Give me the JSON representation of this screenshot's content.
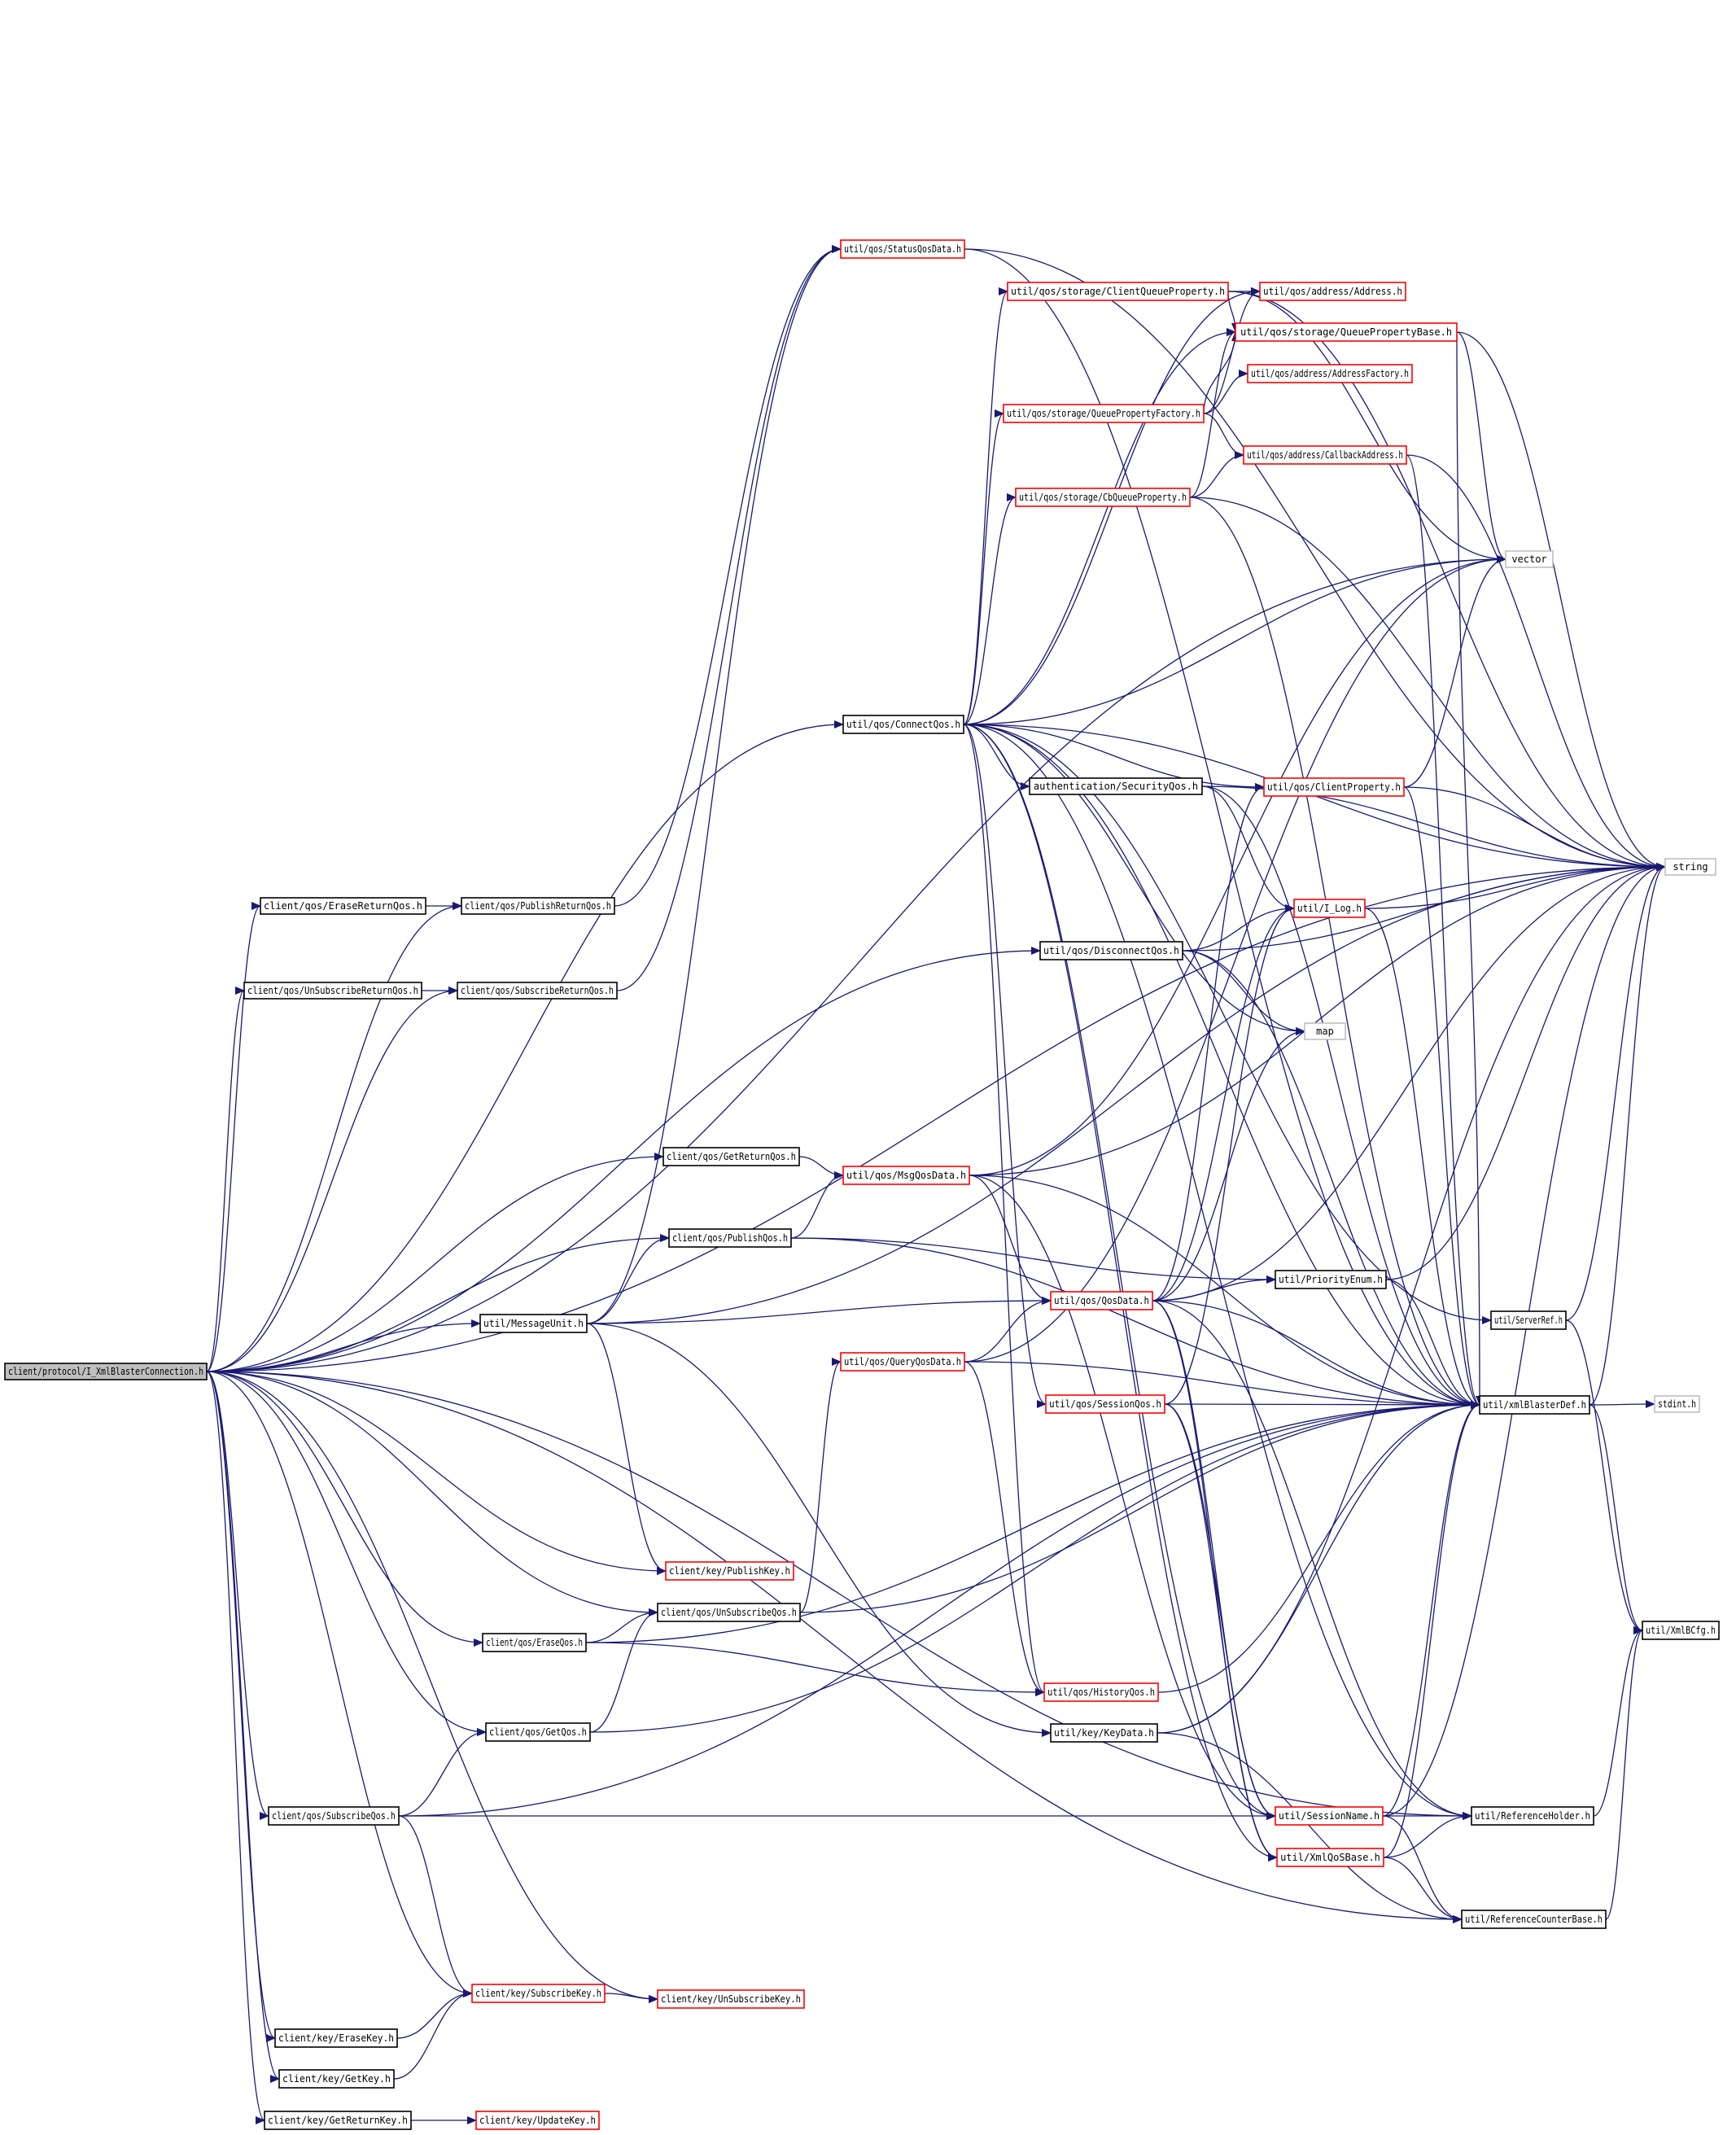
{
  "graph": {
    "root": "client/protocol/I_XmlBlasterConnection.h",
    "colors": {
      "edge": "#191970",
      "black_border": "#000000",
      "red_border": "#ff0000",
      "gray_border": "#bfbfbf",
      "root_fill": "#bfbfbf"
    },
    "nodes": [
      {
        "id": "root",
        "label": "client/protocol/I_XmlBlasterConnection.h",
        "style": "root"
      },
      {
        "id": "EraseReturnQos",
        "label": "client/qos/EraseReturnQos.h",
        "style": "black"
      },
      {
        "id": "PublishReturnQos",
        "label": "client/qos/PublishReturnQos.h",
        "style": "black"
      },
      {
        "id": "UnSubscribeReturnQos",
        "label": "client/qos/UnSubscribeReturnQos.h",
        "style": "black"
      },
      {
        "id": "SubscribeReturnQos",
        "label": "client/qos/SubscribeReturnQos.h",
        "style": "black"
      },
      {
        "id": "StatusQosData",
        "label": "util/qos/StatusQosData.h",
        "style": "red"
      },
      {
        "id": "ClientQueueProperty",
        "label": "util/qos/storage/ClientQueueProperty.h",
        "style": "red"
      },
      {
        "id": "Address",
        "label": "util/qos/address/Address.h",
        "style": "red"
      },
      {
        "id": "QueuePropertyBase",
        "label": "util/qos/storage/QueuePropertyBase.h",
        "style": "red"
      },
      {
        "id": "AddressFactory",
        "label": "util/qos/address/AddressFactory.h",
        "style": "red"
      },
      {
        "id": "QueuePropertyFactory",
        "label": "util/qos/storage/QueuePropertyFactory.h",
        "style": "red"
      },
      {
        "id": "CallbackAddress",
        "label": "util/qos/address/CallbackAddress.h",
        "style": "red"
      },
      {
        "id": "CbQueueProperty",
        "label": "util/qos/storage/CbQueueProperty.h",
        "style": "red"
      },
      {
        "id": "vector",
        "label": "vector",
        "style": "gray"
      },
      {
        "id": "ConnectQos",
        "label": "util/qos/ConnectQos.h",
        "style": "black"
      },
      {
        "id": "SecurityQos",
        "label": "authentication/SecurityQos.h",
        "style": "black"
      },
      {
        "id": "ClientProperty",
        "label": "util/qos/ClientProperty.h",
        "style": "red"
      },
      {
        "id": "string",
        "label": "string",
        "style": "gray"
      },
      {
        "id": "I_Log",
        "label": "util/I_Log.h",
        "style": "red"
      },
      {
        "id": "DisconnectQos",
        "label": "util/qos/DisconnectQos.h",
        "style": "black"
      },
      {
        "id": "map",
        "label": "map",
        "style": "gray"
      },
      {
        "id": "GetReturnQos",
        "label": "client/qos/GetReturnQos.h",
        "style": "black"
      },
      {
        "id": "MsgQosData",
        "label": "util/qos/MsgQosData.h",
        "style": "red"
      },
      {
        "id": "PublishQos",
        "label": "client/qos/PublishQos.h",
        "style": "black"
      },
      {
        "id": "PriorityEnum",
        "label": "util/PriorityEnum.h",
        "style": "black"
      },
      {
        "id": "MessageUnit",
        "label": "util/MessageUnit.h",
        "style": "black"
      },
      {
        "id": "QosData",
        "label": "util/qos/QosData.h",
        "style": "red"
      },
      {
        "id": "ServerRef",
        "label": "util/ServerRef.h",
        "style": "black"
      },
      {
        "id": "QueryQosData",
        "label": "util/qos/QueryQosData.h",
        "style": "red"
      },
      {
        "id": "SessionQos",
        "label": "util/qos/SessionQos.h",
        "style": "red"
      },
      {
        "id": "xmlBlasterDef",
        "label": "util/xmlBlasterDef.h",
        "style": "black"
      },
      {
        "id": "stdint",
        "label": "stdint.h",
        "style": "gray"
      },
      {
        "id": "PublishKey",
        "label": "client/key/PublishKey.h",
        "style": "red"
      },
      {
        "id": "UnSubscribeQos",
        "label": "client/qos/UnSubscribeQos.h",
        "style": "black"
      },
      {
        "id": "XmlBCfg",
        "label": "util/XmlBCfg.h",
        "style": "black"
      },
      {
        "id": "EraseQos",
        "label": "client/qos/EraseQos.h",
        "style": "black"
      },
      {
        "id": "HistoryQos",
        "label": "util/qos/HistoryQos.h",
        "style": "red"
      },
      {
        "id": "GetQos",
        "label": "client/qos/GetQos.h",
        "style": "black"
      },
      {
        "id": "KeyData",
        "label": "util/key/KeyData.h",
        "style": "black"
      },
      {
        "id": "SubscribeQos",
        "label": "client/qos/SubscribeQos.h",
        "style": "black"
      },
      {
        "id": "SessionName",
        "label": "util/SessionName.h",
        "style": "red"
      },
      {
        "id": "ReferenceHolder",
        "label": "util/ReferenceHolder.h",
        "style": "black"
      },
      {
        "id": "XmlQoSBase",
        "label": "util/XmlQoSBase.h",
        "style": "red"
      },
      {
        "id": "ReferenceCounterBase",
        "label": "util/ReferenceCounterBase.h",
        "style": "black"
      },
      {
        "id": "SubscribeKey",
        "label": "client/key/SubscribeKey.h",
        "style": "red"
      },
      {
        "id": "UnSubscribeKey",
        "label": "client/key/UnSubscribeKey.h",
        "style": "red"
      },
      {
        "id": "EraseKey",
        "label": "client/key/EraseKey.h",
        "style": "black"
      },
      {
        "id": "GetKey",
        "label": "client/key/GetKey.h",
        "style": "black"
      },
      {
        "id": "GetReturnKey",
        "label": "client/key/GetReturnKey.h",
        "style": "black"
      },
      {
        "id": "UpdateKey",
        "label": "client/key/UpdateKey.h",
        "style": "red"
      }
    ],
    "edges": [
      [
        "root",
        "EraseReturnQos"
      ],
      [
        "root",
        "PublishReturnQos"
      ],
      [
        "root",
        "UnSubscribeReturnQos"
      ],
      [
        "root",
        "SubscribeReturnQos"
      ],
      [
        "root",
        "string"
      ],
      [
        "root",
        "vector"
      ],
      [
        "root",
        "ConnectQos"
      ],
      [
        "root",
        "DisconnectQos"
      ],
      [
        "root",
        "GetReturnQos"
      ],
      [
        "root",
        "PublishQos"
      ],
      [
        "root",
        "MessageUnit"
      ],
      [
        "root",
        "PublishKey"
      ],
      [
        "root",
        "UnSubscribeQos"
      ],
      [
        "root",
        "EraseQos"
      ],
      [
        "root",
        "GetQos"
      ],
      [
        "root",
        "SubscribeQos"
      ],
      [
        "root",
        "SubscribeKey"
      ],
      [
        "root",
        "UnSubscribeKey"
      ],
      [
        "root",
        "EraseKey"
      ],
      [
        "root",
        "GetKey"
      ],
      [
        "root",
        "GetReturnKey"
      ],
      [
        "root",
        "ReferenceHolder"
      ],
      [
        "root",
        "ReferenceCounterBase"
      ],
      [
        "EraseReturnQos",
        "PublishReturnQos"
      ],
      [
        "UnSubscribeReturnQos",
        "SubscribeReturnQos"
      ],
      [
        "PublishReturnQos",
        "StatusQosData"
      ],
      [
        "SubscribeReturnQos",
        "StatusQosData"
      ],
      [
        "StatusQosData",
        "string"
      ],
      [
        "StatusQosData",
        "xmlBlasterDef"
      ],
      [
        "ClientQueueProperty",
        "Address"
      ],
      [
        "ClientQueueProperty",
        "QueuePropertyBase"
      ],
      [
        "ClientQueueProperty",
        "vector"
      ],
      [
        "ClientQueueProperty",
        "string"
      ],
      [
        "QueuePropertyBase",
        "string"
      ],
      [
        "QueuePropertyBase",
        "xmlBlasterDef"
      ],
      [
        "QueuePropertyBase",
        "vector"
      ],
      [
        "QueuePropertyFactory",
        "Address"
      ],
      [
        "QueuePropertyFactory",
        "AddressFactory"
      ],
      [
        "QueuePropertyFactory",
        "QueuePropertyBase"
      ],
      [
        "QueuePropertyFactory",
        "CallbackAddress"
      ],
      [
        "CbQueueProperty",
        "CallbackAddress"
      ],
      [
        "CbQueueProperty",
        "QueuePropertyBase"
      ],
      [
        "CbQueueProperty",
        "string"
      ],
      [
        "CbQueueProperty",
        "xmlBlasterDef"
      ],
      [
        "CallbackAddress",
        "string"
      ],
      [
        "CallbackAddress",
        "xmlBlasterDef"
      ],
      [
        "ConnectQos",
        "ClientQueueProperty"
      ],
      [
        "ConnectQos",
        "QueuePropertyFactory"
      ],
      [
        "ConnectQos",
        "CbQueueProperty"
      ],
      [
        "ConnectQos",
        "Address"
      ],
      [
        "ConnectQos",
        "QueuePropertyBase"
      ],
      [
        "ConnectQos",
        "vector"
      ],
      [
        "ConnectQos",
        "string"
      ],
      [
        "ConnectQos",
        "SecurityQos"
      ],
      [
        "ConnectQos",
        "ClientProperty"
      ],
      [
        "ConnectQos",
        "map"
      ],
      [
        "ConnectQos",
        "xmlBlasterDef"
      ],
      [
        "ConnectQos",
        "ServerRef"
      ],
      [
        "ConnectQos",
        "SessionQos"
      ],
      [
        "ConnectQos",
        "HistoryQos"
      ],
      [
        "ConnectQos",
        "SessionName"
      ],
      [
        "ConnectQos",
        "XmlQoSBase"
      ],
      [
        "ConnectQos",
        "ReferenceHolder"
      ],
      [
        "SecurityQos",
        "I_Log"
      ],
      [
        "SecurityQos",
        "xmlBlasterDef"
      ],
      [
        "SecurityQos",
        "string"
      ],
      [
        "ClientProperty",
        "string"
      ],
      [
        "ClientProperty",
        "vector"
      ],
      [
        "ClientProperty",
        "xmlBlasterDef"
      ],
      [
        "I_Log",
        "string"
      ],
      [
        "I_Log",
        "xmlBlasterDef"
      ],
      [
        "DisconnectQos",
        "I_Log"
      ],
      [
        "DisconnectQos",
        "map"
      ],
      [
        "DisconnectQos",
        "string"
      ],
      [
        "DisconnectQos",
        "xmlBlasterDef"
      ],
      [
        "GetReturnQos",
        "MsgQosData"
      ],
      [
        "MsgQosData",
        "QosData"
      ],
      [
        "MsgQosData",
        "string"
      ],
      [
        "MsgQosData",
        "vector"
      ],
      [
        "MsgQosData",
        "xmlBlasterDef"
      ],
      [
        "MsgQosData",
        "SessionName"
      ],
      [
        "PublishQos",
        "MsgQosData"
      ],
      [
        "PublishQos",
        "PriorityEnum"
      ],
      [
        "PublishQos",
        "xmlBlasterDef"
      ],
      [
        "MessageUnit",
        "QosData"
      ],
      [
        "MessageUnit",
        "PublishQos"
      ],
      [
        "MessageUnit",
        "PublishKey"
      ],
      [
        "MessageUnit",
        "KeyData"
      ],
      [
        "MessageUnit",
        "string"
      ],
      [
        "MessageUnit",
        "StatusQosData"
      ],
      [
        "QosData",
        "PriorityEnum"
      ],
      [
        "QosData",
        "ClientProperty"
      ],
      [
        "QosData",
        "I_Log"
      ],
      [
        "QosData",
        "map"
      ],
      [
        "QosData",
        "string"
      ],
      [
        "QosData",
        "xmlBlasterDef"
      ],
      [
        "QosData",
        "SessionName"
      ],
      [
        "QosData",
        "ReferenceHolder"
      ],
      [
        "QosData",
        "XmlQoSBase"
      ],
      [
        "PriorityEnum",
        "string"
      ],
      [
        "PriorityEnum",
        "xmlBlasterDef"
      ],
      [
        "ServerRef",
        "string"
      ],
      [
        "ServerRef",
        "XmlBCfg"
      ],
      [
        "QueryQosData",
        "QosData"
      ],
      [
        "QueryQosData",
        "xmlBlasterDef"
      ],
      [
        "QueryQosData",
        "HistoryQos"
      ],
      [
        "QueryQosData",
        "vector"
      ],
      [
        "SessionQos",
        "xmlBlasterDef"
      ],
      [
        "SessionQos",
        "SessionName"
      ],
      [
        "SessionQos",
        "XmlQoSBase"
      ],
      [
        "SessionQos",
        "I_Log"
      ],
      [
        "xmlBlasterDef",
        "stdint"
      ],
      [
        "xmlBlasterDef",
        "XmlBCfg"
      ],
      [
        "xmlBlasterDef",
        "string"
      ],
      [
        "UnSubscribeQos",
        "QueryQosData"
      ],
      [
        "UnSubscribeQos",
        "xmlBlasterDef"
      ],
      [
        "EraseQos",
        "UnSubscribeQos"
      ],
      [
        "EraseQos",
        "HistoryQos"
      ],
      [
        "EraseQos",
        "xmlBlasterDef"
      ],
      [
        "HistoryQos",
        "xmlBlasterDef"
      ],
      [
        "GetQos",
        "UnSubscribeQos"
      ],
      [
        "GetQos",
        "xmlBlasterDef"
      ],
      [
        "KeyData",
        "xmlBlasterDef"
      ],
      [
        "KeyData",
        "string"
      ],
      [
        "KeyData",
        "ReferenceCounterBase"
      ],
      [
        "SubscribeQos",
        "GetQos"
      ],
      [
        "SubscribeQos",
        "SessionName"
      ],
      [
        "SubscribeQos",
        "SubscribeKey"
      ],
      [
        "SubscribeQos",
        "xmlBlasterDef"
      ],
      [
        "SessionName",
        "ReferenceHolder"
      ],
      [
        "SessionName",
        "ReferenceCounterBase"
      ],
      [
        "SessionName",
        "xmlBlasterDef"
      ],
      [
        "SessionName",
        "string"
      ],
      [
        "ReferenceHolder",
        "XmlBCfg"
      ],
      [
        "XmlQoSBase",
        "ReferenceHolder"
      ],
      [
        "XmlQoSBase",
        "ReferenceCounterBase"
      ],
      [
        "XmlQoSBase",
        "xmlBlasterDef"
      ],
      [
        "ReferenceCounterBase",
        "XmlBCfg"
      ],
      [
        "SubscribeKey",
        "UnSubscribeKey"
      ],
      [
        "EraseKey",
        "SubscribeKey"
      ],
      [
        "GetKey",
        "SubscribeKey"
      ],
      [
        "GetReturnKey",
        "UpdateKey"
      ]
    ]
  }
}
